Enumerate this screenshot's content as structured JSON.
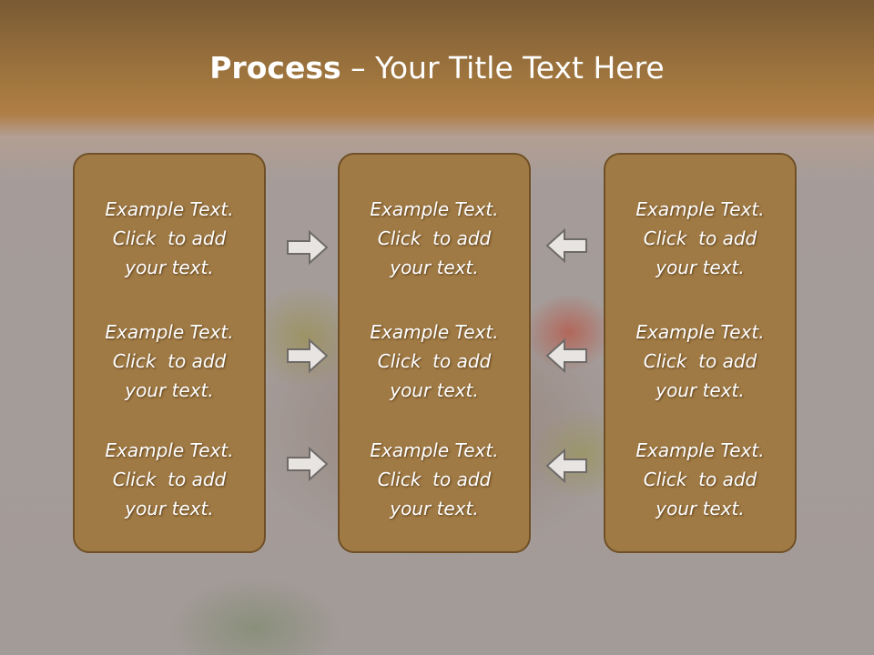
{
  "slide": {
    "title_bold": "Process",
    "title_rest": " – Your Title Text Here"
  },
  "columns": [
    {
      "items": [
        {
          "line1": "Example Text.",
          "line2": "Click  to add",
          "line3": "your text."
        },
        {
          "line1": "Example Text.",
          "line2": "Click  to add",
          "line3": "your text."
        },
        {
          "line1": "Example Text.",
          "line2": "Click  to add",
          "line3": "your text."
        }
      ]
    },
    {
      "items": [
        {
          "line1": "Example Text.",
          "line2": "Click  to add",
          "line3": "your text."
        },
        {
          "line1": "Example Text.",
          "line2": "Click  to add",
          "line3": "your text."
        },
        {
          "line1": "Example Text.",
          "line2": "Click  to add",
          "line3": "your text."
        }
      ]
    },
    {
      "items": [
        {
          "line1": "Example Text.",
          "line2": "Click  to add",
          "line3": "your text."
        },
        {
          "line1": "Example Text.",
          "line2": "Click  to add",
          "line3": "your text."
        },
        {
          "line1": "Example Text.",
          "line2": "Click  to add",
          "line3": "your text."
        }
      ]
    }
  ],
  "arrows": {
    "left_group": "right-arrow-icon",
    "right_group": "left-arrow-icon"
  },
  "colors": {
    "header_brown": "#a3783f",
    "box_fill": "#a07a44",
    "box_border": "#6e4f27",
    "text": "#ffffff"
  }
}
